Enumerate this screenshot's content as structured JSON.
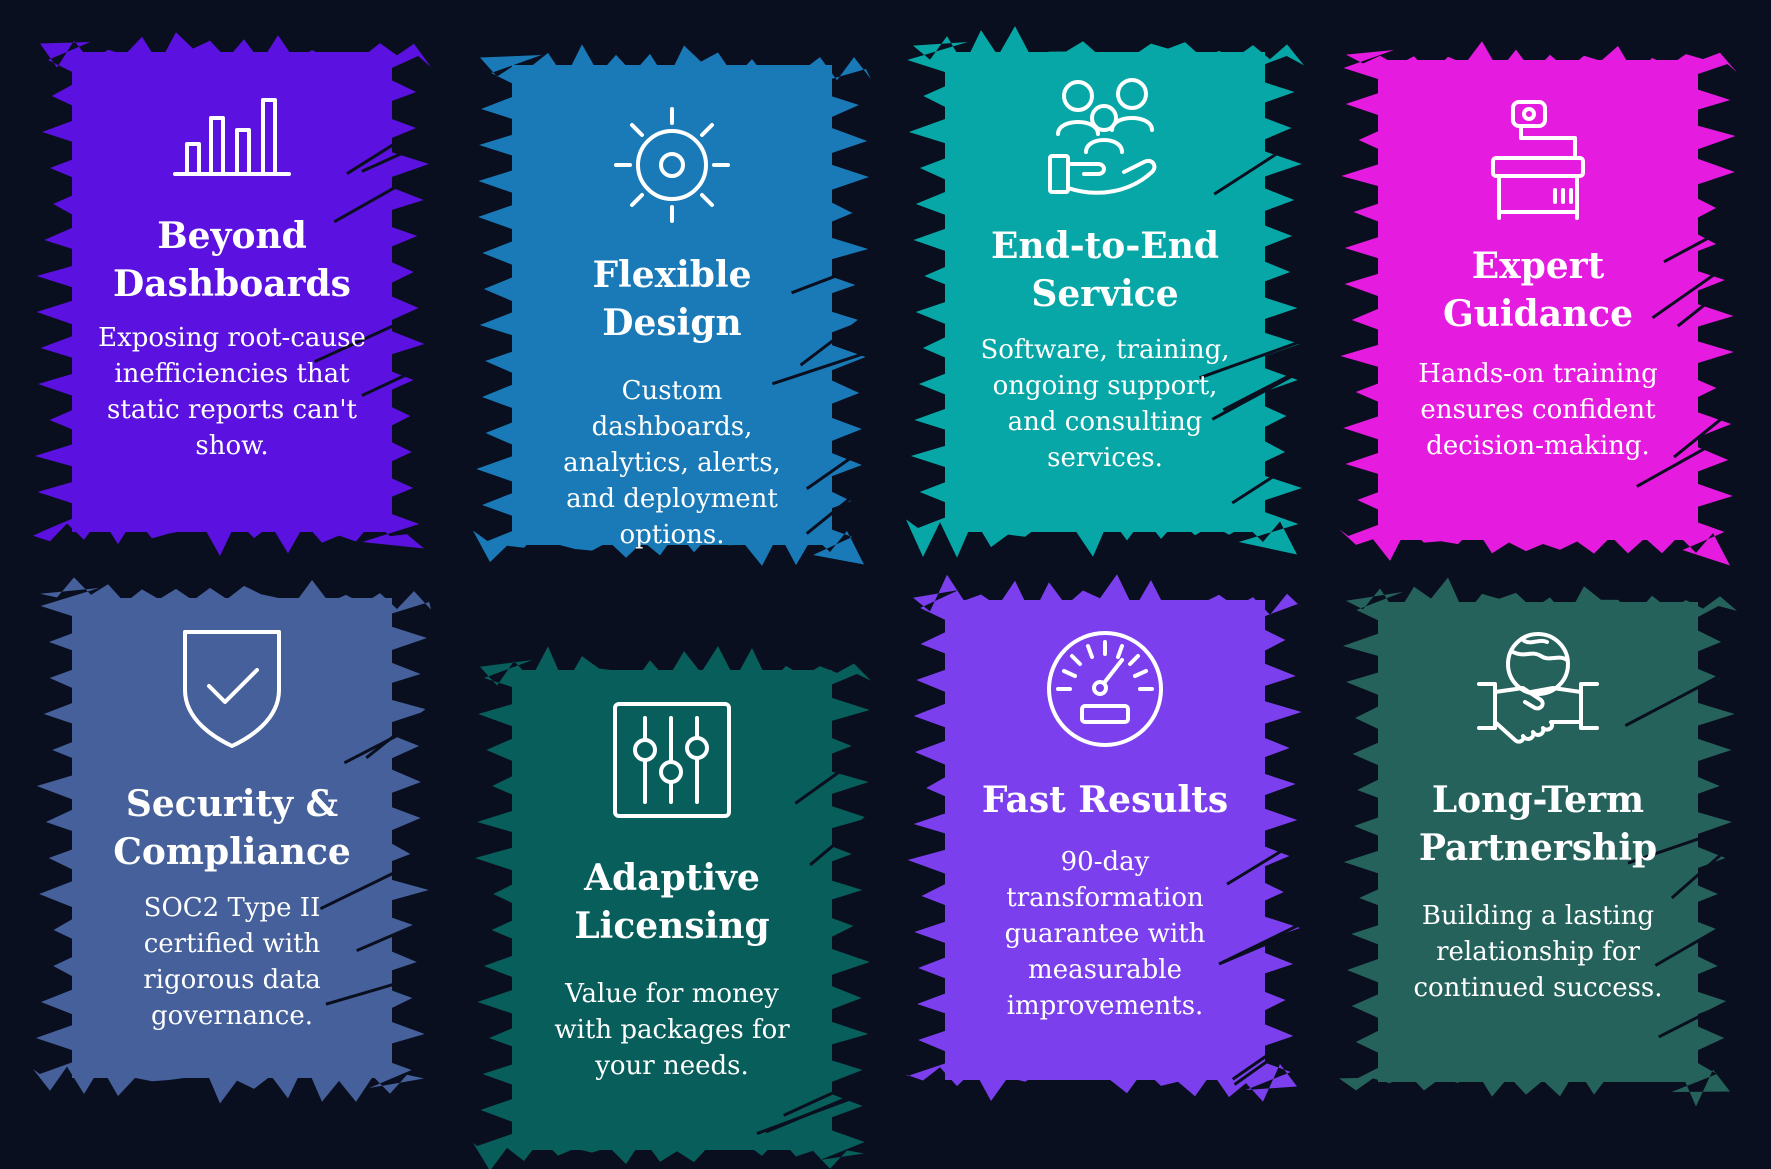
{
  "background": "#0a0f1f",
  "cards": [
    {
      "title": "Beyond\nDashboards",
      "description": "Exposing root-cause\ninefficiencies that\nstatic reports can't\nshow.",
      "icon": "bar-chart-icon",
      "color": "#5b12e0"
    },
    {
      "title": "Flexible\nDesign",
      "description": "Custom\ndashboards,\nanalytics, alerts,\nand deployment\noptions.",
      "icon": "gear-icon",
      "color": "#1a79b7"
    },
    {
      "title": "End-to-End\nService",
      "description": "Software, training,\nongoing support,\nand consulting\nservices.",
      "icon": "hand-people-icon",
      "color": "#06a7a6"
    },
    {
      "title": "Expert\nGuidance",
      "description": "Hands-on training\nensures confident\ndecision-making.",
      "icon": "projector-icon",
      "color": "#e51bdf"
    },
    {
      "title": "Security &\nCompliance",
      "description": "SOC2 Type II\ncertified with\nrigorous data\ngovernance.",
      "icon": "shield-check-icon",
      "color": "#45609a"
    },
    {
      "title": "Adaptive\nLicensing",
      "description": "Value for money\nwith packages for\nyour needs.",
      "icon": "sliders-icon",
      "color": "#075e5b"
    },
    {
      "title": "Fast Results",
      "description": "90-day\ntransformation\nguarantee with\nmeasurable\nimprovements.",
      "icon": "speedometer-icon",
      "color": "#7c3fee"
    },
    {
      "title": "Long-Term\nPartnership",
      "description": "Building a lasting\nrelationship for\ncontinued success.",
      "icon": "handshake-globe-icon",
      "color": "#26625c"
    }
  ]
}
